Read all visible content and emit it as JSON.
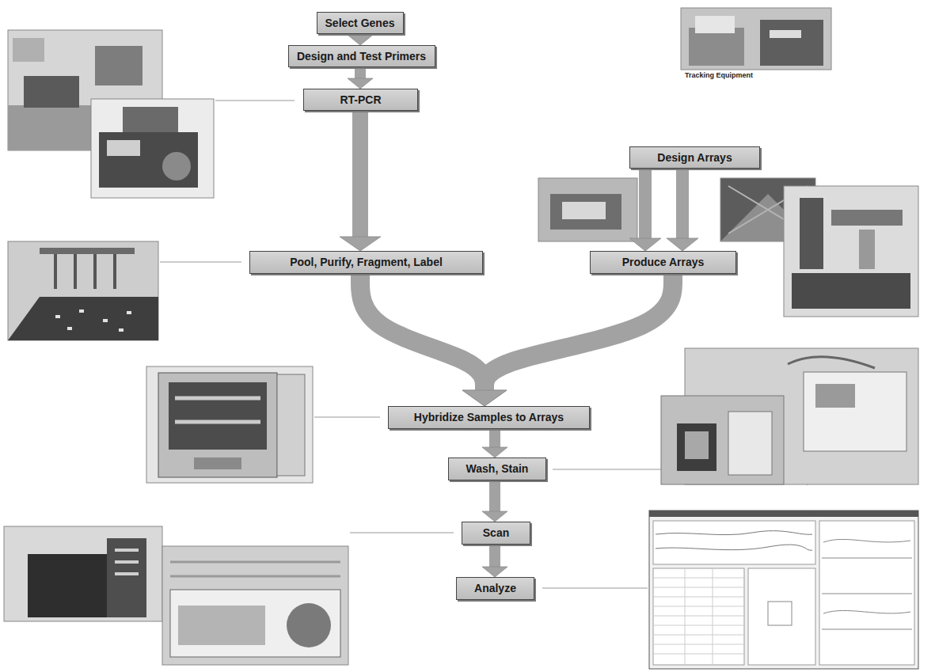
{
  "diagram": {
    "nodes": [
      {
        "text": [
          "Select Genes"
        ]
      },
      {
        "text": [
          "Design and Test Primers"
        ]
      },
      {
        "text": [
          "RT-PCR"
        ]
      },
      {
        "text": [
          "Design Arrays"
        ]
      },
      {
        "text": [
          "Pool, Purify, Fragment, Label"
        ]
      },
      {
        "text": [
          "Produce Arrays"
        ]
      },
      {
        "text": [
          "Hybridize Samples to Arrays"
        ]
      },
      {
        "text": [
          "Wash, Stain"
        ]
      },
      {
        "text": [
          "Scan"
        ]
      },
      {
        "text": [
          "Analyze"
        ]
      }
    ],
    "edges": [
      {
        "from": 0,
        "to": 1,
        "arrow": "to"
      },
      {
        "from": 1,
        "to": 2,
        "arrow": "to"
      },
      {
        "from": 2,
        "to": 4,
        "arrow": "to"
      },
      {
        "from": 3,
        "to": 5,
        "arrow": "to"
      },
      {
        "from": 3,
        "to": 5,
        "arrow": "to"
      },
      {
        "from": 4,
        "to": 6,
        "arrow": "to"
      },
      {
        "from": 5,
        "to": 6,
        "arrow": "to"
      },
      {
        "from": 6,
        "to": 7,
        "arrow": "to"
      },
      {
        "from": 7,
        "to": 8,
        "arrow": "to"
      },
      {
        "from": 8,
        "to": 9,
        "arrow": "to"
      }
    ],
    "labels": [
      "Tracking Equipment"
    ]
  }
}
